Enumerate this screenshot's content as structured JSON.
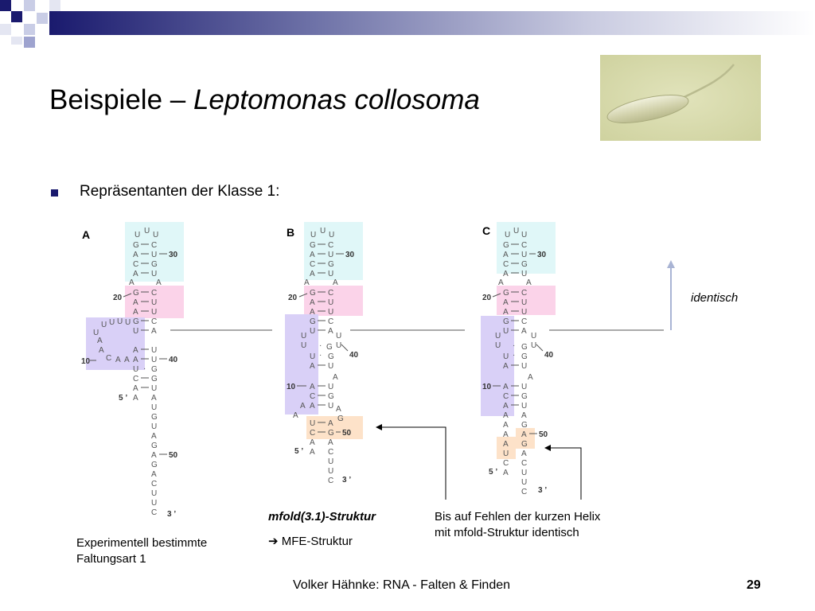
{
  "slide": {
    "title_prefix": "Beispiele – ",
    "title_italic": "Leptomonas collosoma",
    "bullet": "Repräsentanten der Klasse 1:",
    "footer": "Volker Hähnke: RNA - Falten & Finden",
    "page_number": "29"
  },
  "panels": {
    "a": {
      "label": "A",
      "num_30": "30",
      "num_20": "20",
      "num_40": "40",
      "num_10": "10",
      "num_50": "50",
      "five_prime": "5 ’",
      "three_prime": "3 ’"
    },
    "b": {
      "label": "B",
      "num_30": "30",
      "num_20": "20",
      "num_40": "40",
      "num_10": "10",
      "num_50": "50",
      "five_prime": "5 ’",
      "three_prime": "3 ’"
    },
    "c": {
      "label": "C",
      "num_30": "30",
      "num_20": "20",
      "num_40": "40",
      "num_10": "10",
      "num_50": "50",
      "five_prime": "5 ’",
      "three_prime": "3 ’"
    }
  },
  "captions": {
    "a_line1": "Experimentell bestimmte",
    "a_line2": "Faltungsart 1",
    "b_title": "mfold(3.1)-Struktur",
    "b_arrow": "➔",
    "b_sub": "MFE-Struktur",
    "c_line1": "Bis auf Fehlen der kurzen Helix",
    "c_line2": "mit mfold-Struktur identisch",
    "identisch": "identisch"
  },
  "colors": {
    "navy": "#1a1a6e",
    "helix_cyan": "#e0f7f8",
    "helix_pink": "#fbd3e9",
    "helix_purple": "#d9d0f7",
    "helix_orange": "#fde2c9"
  }
}
